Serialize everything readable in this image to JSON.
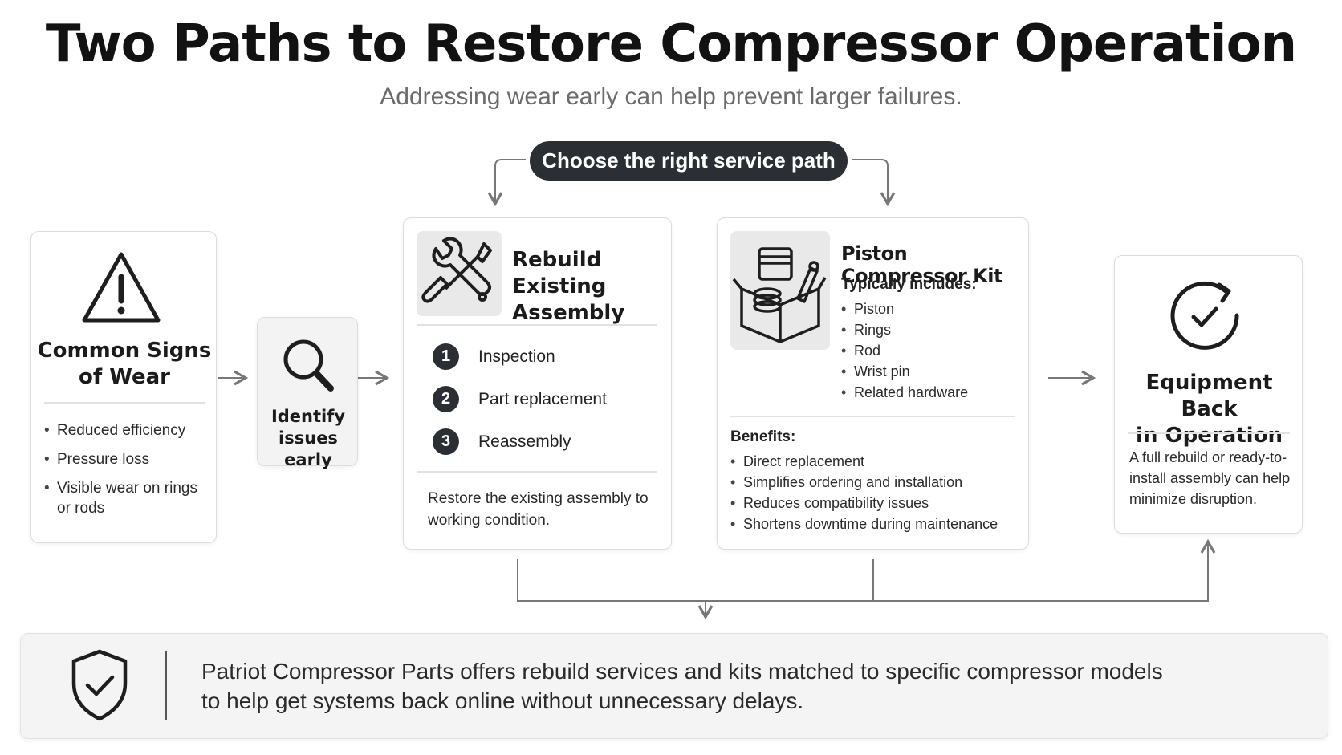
{
  "title": "Two Paths to Restore Compressor Operation",
  "subtitle": "Addressing wear early can help prevent larger failures.",
  "choose_label": "Choose the right service path",
  "wear": {
    "heading_line1": "Common Signs",
    "heading_line2": "of Wear",
    "items": [
      "Reduced efficiency",
      "Pressure loss",
      "Visible wear on rings or rods"
    ],
    "icon": "warning-icon"
  },
  "identify": {
    "line1": "Identify",
    "line2": "issues early",
    "icon": "magnifier-icon"
  },
  "rebuild": {
    "heading_line1": "Rebuild Existing",
    "heading_line2": "Assembly",
    "icon": "wrench-screwdriver-icon",
    "steps": [
      {
        "number": "1",
        "label": "Inspection"
      },
      {
        "number": "2",
        "label": "Part replacement"
      },
      {
        "number": "3",
        "label": "Reassembly"
      }
    ],
    "footer": "Restore the existing assembly to working condition."
  },
  "kit": {
    "heading": "Piston Compressor Kit",
    "includes_label": "Typically includes:",
    "includes": [
      "Piston",
      "Rings",
      "Rod",
      "Wrist pin",
      "Related hardware"
    ],
    "benefits_label": "Benefits:",
    "benefits": [
      "Direct replacement",
      "Simplifies ordering and installation",
      "Reduces compatibility issues",
      "Shortens downtime during maintenance"
    ],
    "icon": "parts-box-icon"
  },
  "back": {
    "heading_line1": "Equipment Back",
    "heading_line2": "in Operation",
    "text": "A full rebuild or ready-to-install assembly can help minimize disruption.",
    "icon": "refresh-check-icon"
  },
  "banner": {
    "line1": "Patriot Compressor Parts offers rebuild services and kits matched to specific compressor models",
    "line2": "to help get systems back online without unnecessary delays.",
    "icon": "shield-check-icon"
  },
  "colors": {
    "dark": "#2b2f34",
    "connector": "#777777",
    "card_border": "#dcdcdc",
    "banner_bg": "#f4f4f4"
  }
}
